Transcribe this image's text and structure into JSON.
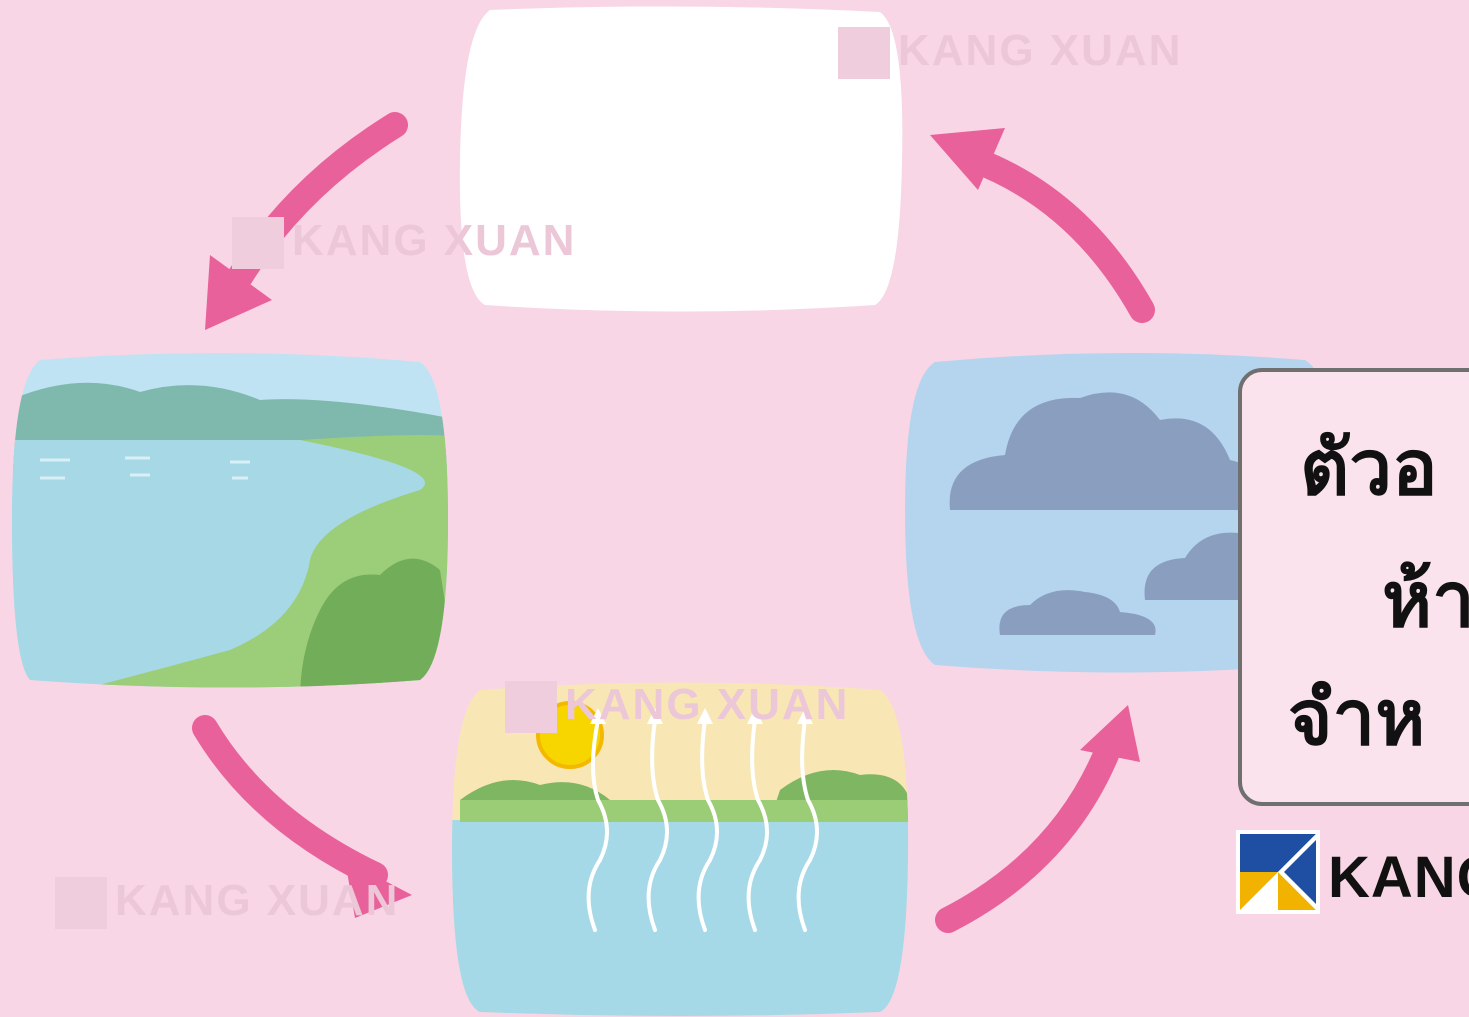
{
  "watermark": {
    "text": "KANG XUAN"
  },
  "sidebar_label": {
    "line1": "ตัวอ",
    "line2": "ห้า",
    "line3": "จำห"
  },
  "brand": {
    "name": "KANG"
  },
  "colors": {
    "background": "#f8d6e6",
    "arrow": "#e9619a",
    "water": "#a9dbe9",
    "grass": "#8bc86a",
    "sky": "#b7d6ee",
    "cloud": "#8a9fbf",
    "sun": "#f7d600",
    "brand_blue": "#1e4fa3",
    "brand_yellow": "#f2b200"
  },
  "icons": [
    "lake-scene",
    "evaporation-scene",
    "cloud-scene",
    "blank-panel",
    "cycle-arrow"
  ]
}
